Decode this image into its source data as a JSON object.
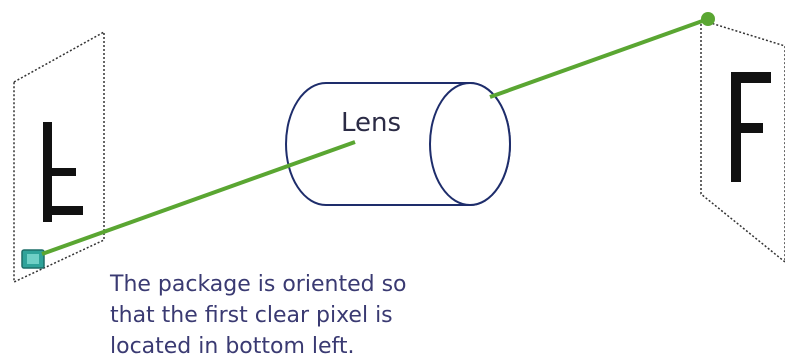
{
  "lens": {
    "label": "Lens"
  },
  "caption": {
    "lines": [
      "The package is oriented so",
      "that the first clear pixel is",
      "located in bottom left."
    ]
  },
  "colors": {
    "ray": "#5aa632",
    "lens_outline": "#1e2d6b",
    "caption_text": "#3a3a72",
    "letter": "#111111",
    "sensor_chip": "#2fa39a"
  },
  "icons": {
    "object_glyph": "letter-F",
    "image_glyph": "rotated-letter-F",
    "sensor": "chip-icon"
  }
}
